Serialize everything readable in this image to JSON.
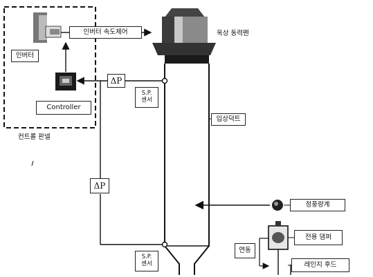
{
  "labels": {
    "inverter_speed_control": "인버터 속도제어",
    "exhaust_fan": "옥상 동력펜",
    "inverter": "인버터",
    "controller": "Controller",
    "control_panel": "컨트롤 판넬",
    "delta_p_top": "ΔP",
    "delta_p_bottom": "ΔP",
    "sp_sensor_top_line1": "S.P.",
    "sp_sensor_top_line2": "센서",
    "sp_sensor_bottom_line1": "S.P.",
    "sp_sensor_bottom_line2": "센서",
    "vertical_duct": "입상덕트",
    "constant_air_volume": "정풍량계",
    "dedicated_damper": "전용 댐퍼",
    "interlock": "연동",
    "range_hood": "레인지 후드"
  }
}
